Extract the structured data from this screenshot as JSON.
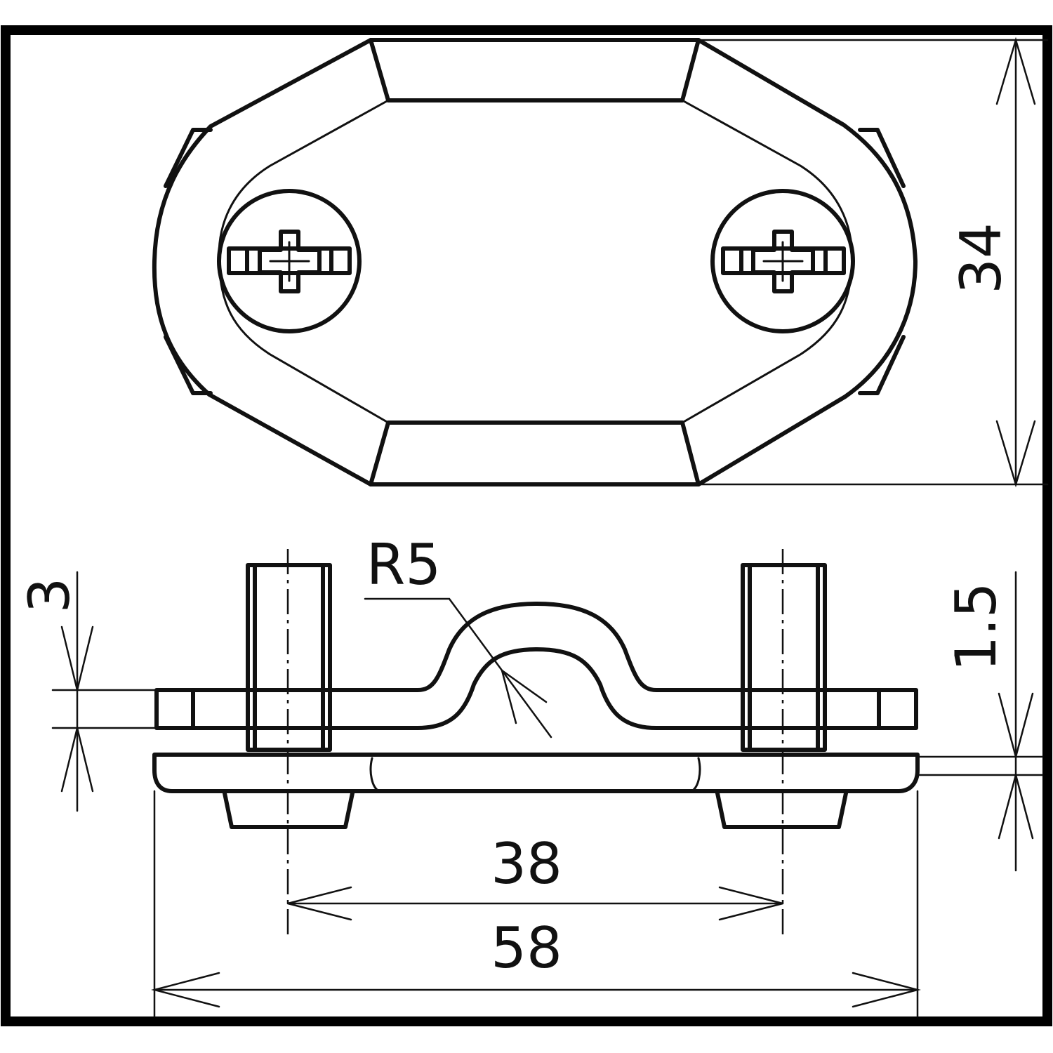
{
  "drawing": {
    "colors": {
      "line": "#111111",
      "background": "#ffffff",
      "frame": "#000000"
    },
    "views": [
      "top-view",
      "side-view"
    ],
    "dimensions": {
      "height": "34",
      "radius": "R5",
      "thickness": "3",
      "plate": "1.5",
      "hole_spacing": "38",
      "overall_length": "58"
    },
    "icons": [
      "phillips-screw-icon",
      "phillips-screw-icon"
    ]
  }
}
